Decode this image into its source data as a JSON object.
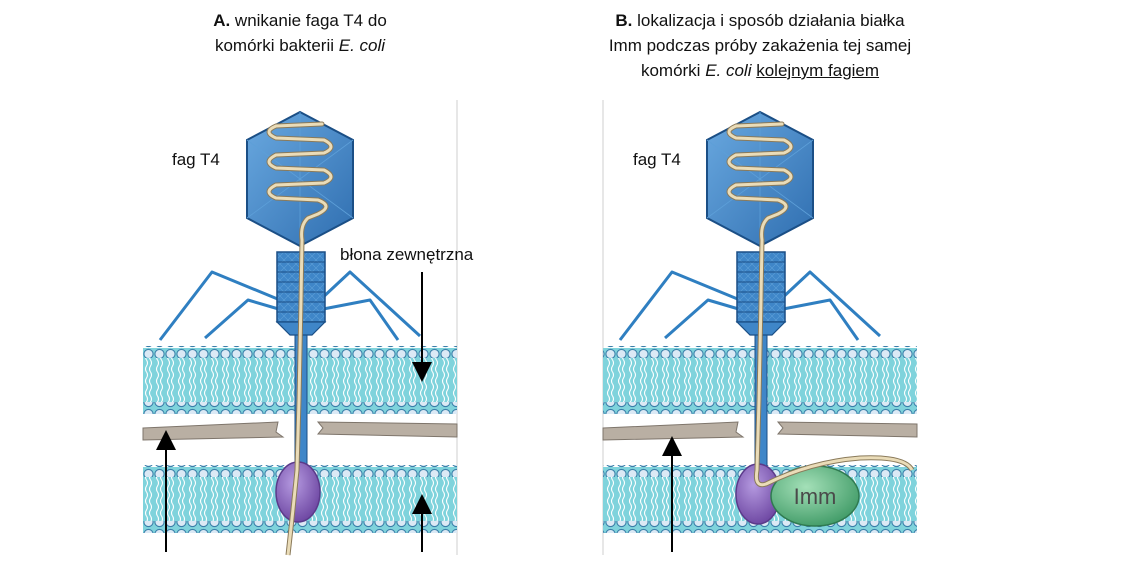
{
  "panel_a": {
    "title_bold": "A.",
    "title_line1_rest": " wnikanie faga T4 do",
    "title_line2_pre": "komórki bakterii ",
    "title_line2_italic": "E. coli",
    "phage_label": "fag T4",
    "outer_membrane_label": "błona zewnętrzna"
  },
  "panel_b": {
    "title_bold": "B.",
    "title_line1_rest": " lokalizacja i sposób działania białka",
    "title_line2": "Imm podczas próby zakażenia tej samej",
    "title_line3_pre": "komórki ",
    "title_line3_italic": "E. coli",
    "title_line3_mid": " ",
    "title_line3_underlined": "kolejnym fagiem",
    "phage_label": "fag T4",
    "protein_label": "Imm"
  },
  "colors": {
    "phage_blue": "#3f86c8",
    "phage_dark": "#1b4f86",
    "membrane_cyan": "#7fd3dc",
    "lipid_head": "#dbe9f5",
    "peptidoglycan": "#b9afa3",
    "dna": "#e6d8b4",
    "pore_purple": "#8a63b8",
    "imm_green": "#5fb584"
  }
}
